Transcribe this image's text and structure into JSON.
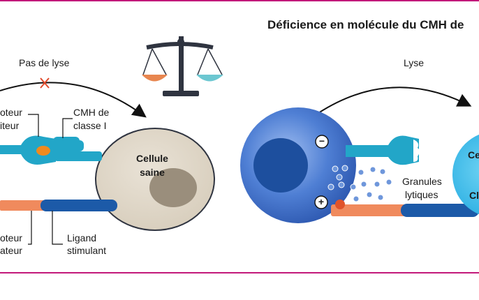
{
  "title": "Déficience en molécule du CMH de",
  "left_panel": {
    "arc_label": "Pas de lyse",
    "receptor_top_label_line1": "oteur",
    "receptor_top_label_line2": "iteur",
    "mhc_label_line1": "CMH de",
    "mhc_label_line2": "classe I",
    "cell_label_line1": "Cellule",
    "cell_label_line2": "saine",
    "receptor_bottom_label_line1": "oteur",
    "receptor_bottom_label_line2": "ateur",
    "ligand_label_line1": "Ligand",
    "ligand_label_line2": "stimulant"
  },
  "right_panel": {
    "arc_label": "Lyse",
    "minus_sign": "−",
    "plus_sign": "+",
    "granules_label_line1": "Granules",
    "granules_label_line2": "lytiques",
    "target_label_line1": "Ce",
    "target_label_line2": "Cl"
  },
  "colors": {
    "accent_rule": "#c2187a",
    "nk_cell": "#3a68c4",
    "nk_nucleus": "#1d4f9e",
    "teal_receptor": "#22a6c8",
    "orange": "#f08a5d",
    "navy_ligand": "#1c5aa8",
    "healthy_cell": "#ddd4c4",
    "scale_left_pan": "#e8864f",
    "scale_right_pan": "#6cc7d1"
  }
}
